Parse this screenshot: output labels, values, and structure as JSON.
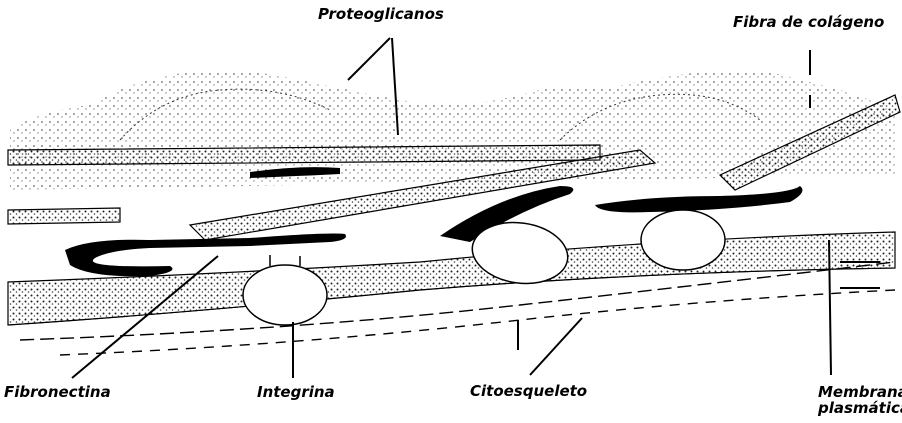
{
  "labels": {
    "proteoglicanos": "Proteoglicanos",
    "fibra_colageno": "Fibra de colágeno",
    "fibronectina": "Fibronectina",
    "integrina": "Integrina",
    "citoesqueleto": "Citoesqueleto",
    "membrana_line1": "Membrana",
    "membrana_line2": "plasmática"
  }
}
